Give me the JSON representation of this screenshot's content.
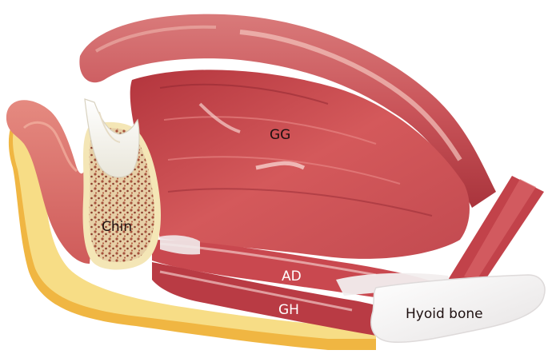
{
  "labels": {
    "gg": "GG",
    "chin": "Chin",
    "ad": "AD",
    "gh": "GH",
    "hyoid": "Hyoid bone"
  }
}
